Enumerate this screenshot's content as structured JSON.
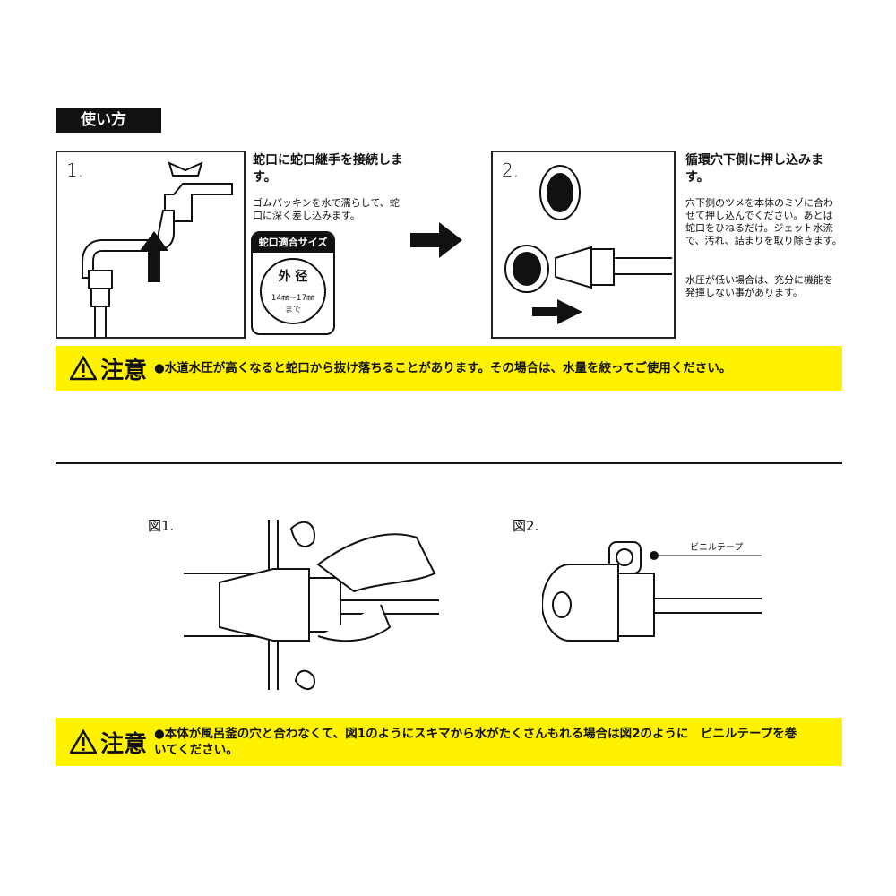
{
  "section_label": "使い方",
  "step1": {
    "num": "1.",
    "title": "蛇口に蛇口継手を接続します。",
    "desc": "ゴムパッキンを水で濡らして、蛇口に深く差し込みます。",
    "size_box": {
      "header": "蛇口適合サイズ",
      "label": "外 径",
      "range": "14㎜~17㎜",
      "suffix": "まで"
    }
  },
  "step2": {
    "num": "2.",
    "title": "循環穴下側に押し込みます。",
    "desc": "穴下側のツメを本体のミゾに合わせて押し込んでください。あとは蛇口をひねるだけ。ジェット水流で、汚れ、詰まりを取り除きます。",
    "note": "水圧が低い場合は、充分に機能を発揮しない事があります。"
  },
  "caution1": {
    "title": "注意",
    "text": "●水道水圧が高くなると蛇口から抜け落ちることがあります。その場合は、水量を絞ってご使用ください。"
  },
  "figure1": {
    "label": "図1."
  },
  "figure2": {
    "label": "図2.",
    "callout": "ビニルテープ"
  },
  "caution2": {
    "title": "注意",
    "text": "●本体が風呂釜の穴と合わなくて、図1のようにスキマから水がたくさんもれる場合は図2のように　ビニルテープを巻いてください。"
  },
  "colors": {
    "warning": "#fff200"
  }
}
